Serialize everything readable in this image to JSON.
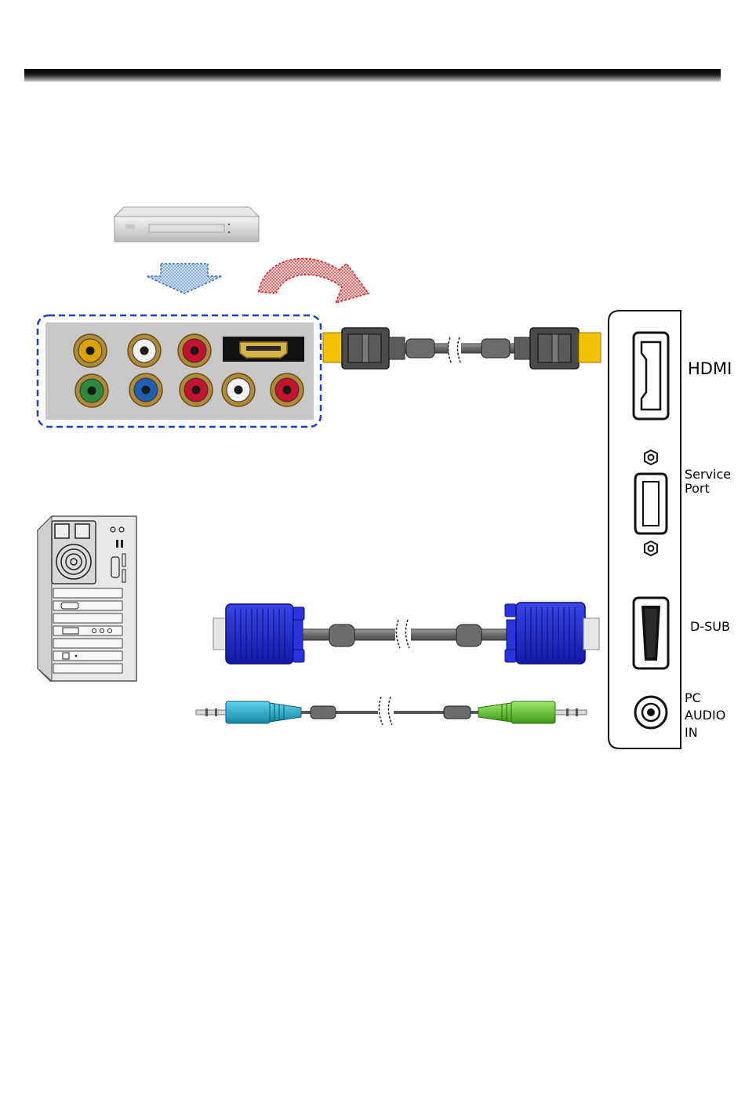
{
  "labels": {
    "hdmi": "HDMI",
    "service_port_line1": "Service",
    "service_port_line2": "Port",
    "dsub": "D-SUB",
    "pc_audio_line1": "PC",
    "pc_audio_line2": "AUDIO",
    "pc_audio_line3": "IN"
  },
  "icons": {
    "source_device": "dvd-player-icon",
    "computer": "computer-tower-icon",
    "down_arrow": "down-arrow-icon",
    "curved_arrow": "curved-arrow-icon"
  },
  "colors": {
    "rca_yellow": "#d9a400",
    "rca_white": "#f2f2f2",
    "rca_red": "#c4122f",
    "rca_green": "#2c8a3e",
    "rca_blue": "#1d5fb0",
    "vga_blue": "#1e24c8",
    "hdmi_tip": "#f2c200",
    "audio_cyan": "#21a6c4",
    "audio_green": "#5bbf2a",
    "dashed_border": "#1f3fc8"
  }
}
